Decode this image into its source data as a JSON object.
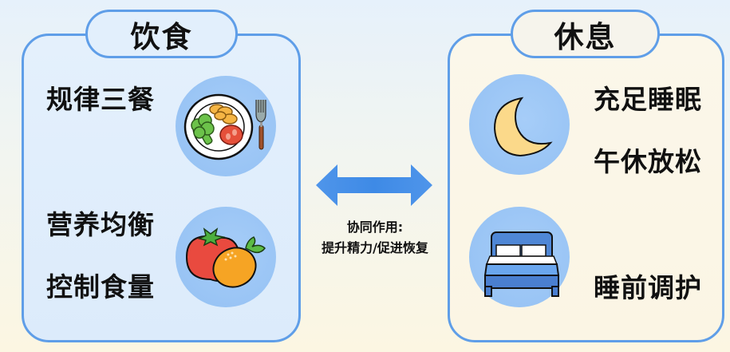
{
  "diet": {
    "title": "饮食",
    "items": [
      "规律三餐",
      "营养均衡",
      "控制食量"
    ],
    "icons": [
      "plate-meal-icon",
      "tomato-orange-icon"
    ]
  },
  "rest": {
    "title": "休息",
    "items": [
      "充足睡眠",
      "午休放松",
      "睡前调护"
    ],
    "icons": [
      "moon-icon",
      "bed-icon"
    ]
  },
  "connector": {
    "icon": "double-arrow-icon",
    "caption_line1": "协同作用:",
    "caption_line2": "提升精力/促进恢复"
  },
  "colors": {
    "border": "#5f9ee8",
    "icon_circle": "#9cc6f5",
    "arrow": "#4a90e8",
    "diet_panel": "#dfedfb",
    "rest_panel": "#fbf6e8"
  }
}
